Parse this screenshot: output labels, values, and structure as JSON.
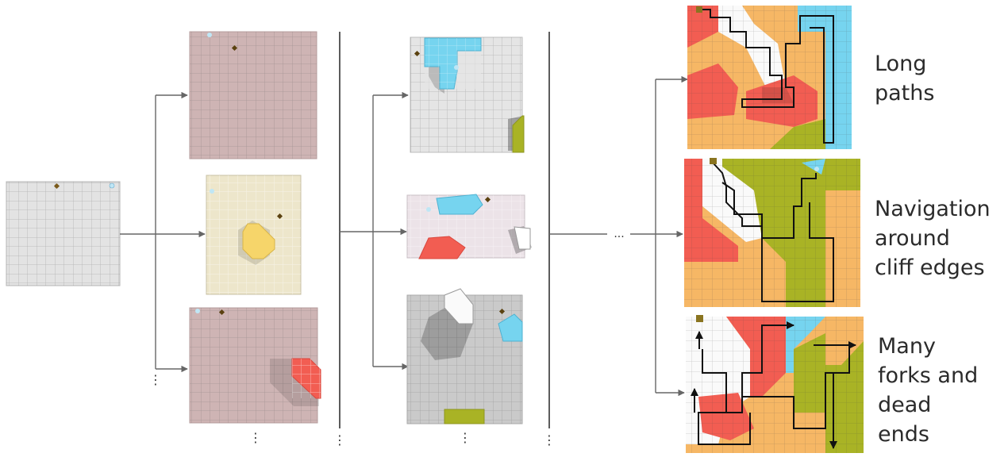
{
  "labels": [
    {
      "lines": [
        "Long",
        "paths"
      ]
    },
    {
      "lines": [
        "Navigation",
        "around",
        "cliff edges"
      ]
    },
    {
      "lines": [
        "Many",
        "forks and",
        "dead",
        "ends"
      ]
    }
  ],
  "ellipsis_horizontal": "...",
  "ellipsis_vertical": "⋮",
  "colors": {
    "grid_gray": "#e4e4e4",
    "grid_mauve": "#cdb3b3",
    "grid_cream": "#ede6cb",
    "grid_pinkwhite": "#ece3e8",
    "grid_darkgray": "#c9c9c9",
    "cyan": "#76d4ef",
    "yellow": "#f6d56a",
    "red": "#f25d52",
    "olive": "#a9b325",
    "orange": "#f6b765",
    "white": "#fafafa",
    "arrow": "#666666",
    "path": "#111111"
  }
}
